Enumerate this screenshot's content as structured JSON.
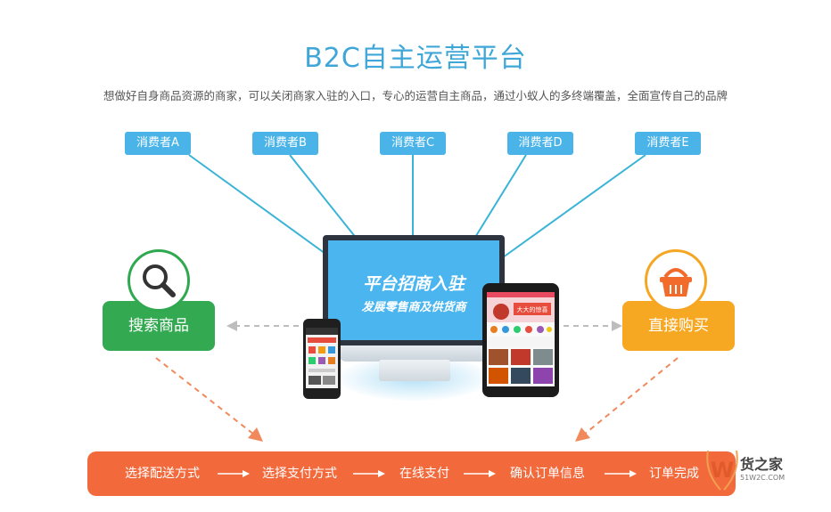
{
  "header": {
    "title": "B2C自主运营平台",
    "subtitle": "想做好自身商品资源的商家，可以关闭商家入驻的入口，专心的运营自主商品，通过小蚁人的多终端覆盖，全面宣传自己的品牌"
  },
  "consumers": [
    {
      "label": "消费者A"
    },
    {
      "label": "消费者B"
    },
    {
      "label": "消费者C"
    },
    {
      "label": "消费者D"
    },
    {
      "label": "消费者E"
    }
  ],
  "left_node": {
    "label": "搜索商品",
    "icon": "magnifier-icon",
    "color": "#33a952"
  },
  "right_node": {
    "label": "直接购买",
    "icon": "basket-icon",
    "color": "#f7a823"
  },
  "center": {
    "line1": "平台招商入驻",
    "line2": "发展零售商及供货商",
    "tablet_banner": "大大的惊喜"
  },
  "flow": {
    "steps": [
      "选择配送方式",
      "选择支付方式",
      "在线支付",
      "确认订单信息",
      "订单完成"
    ],
    "color": "#f26a3c"
  },
  "watermark": {
    "name": "货之家",
    "site": "51W2C.COM"
  },
  "colors": {
    "title": "#3fa7d8",
    "consumer": "#4ab3e8",
    "line": "#39b3d7",
    "dashed_gray": "#bdbdbd",
    "dashed_orange": "#f08a5d"
  }
}
